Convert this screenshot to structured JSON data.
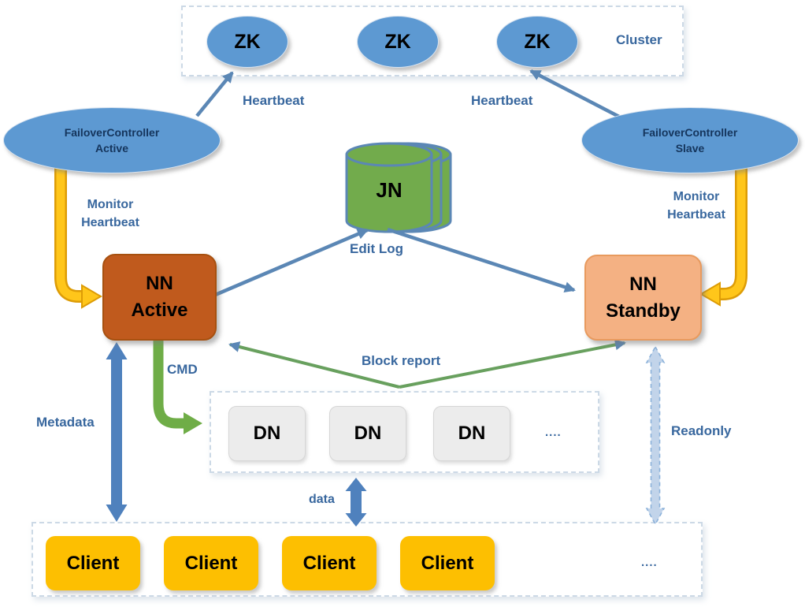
{
  "colors": {
    "node_blue": "#5d99d2",
    "nn_active_fill": "#c05a1d",
    "nn_standby_fill": "#f4b183",
    "client_yellow": "#fdbf01",
    "dn_gray": "#ececec",
    "jn_green": "#72ab4c",
    "arrow_blue": "#5b87b5",
    "arrow_gold": "#fec10e",
    "arrow_green": "#6fad47",
    "metadata_blue": "#4f81bd",
    "readonly_fill": "#c2d4ea",
    "label_blue": "#38679e"
  },
  "cluster": {
    "label": "Cluster",
    "zk_nodes": [
      "ZK",
      "ZK",
      "ZK"
    ]
  },
  "failover_active": {
    "line1": "FailoverController",
    "line2": "Active"
  },
  "failover_slave": {
    "line1": "FailoverController",
    "line2": "Slave"
  },
  "journal_node": {
    "label": "JN"
  },
  "nn_active": {
    "line1": "NN",
    "line2": "Active"
  },
  "nn_standby": {
    "line1": "NN",
    "line2": "Standby"
  },
  "datanodes": {
    "nodes": [
      "DN",
      "DN",
      "DN"
    ],
    "more": "...."
  },
  "clients": {
    "nodes": [
      "Client",
      "Client",
      "Client",
      "Client"
    ],
    "more": "...."
  },
  "labels": {
    "heartbeat_left": "Heartbeat",
    "heartbeat_right": "Heartbeat",
    "monitor_left_line1": "Monitor",
    "monitor_left_line2": "Heartbeat",
    "monitor_right_line1": "Monitor",
    "monitor_right_line2": "Heartbeat",
    "edit_log": "Edit Log",
    "cmd": "CMD",
    "block_report": "Block report",
    "metadata": "Metadata",
    "data": "data",
    "readonly": "Readonly"
  }
}
